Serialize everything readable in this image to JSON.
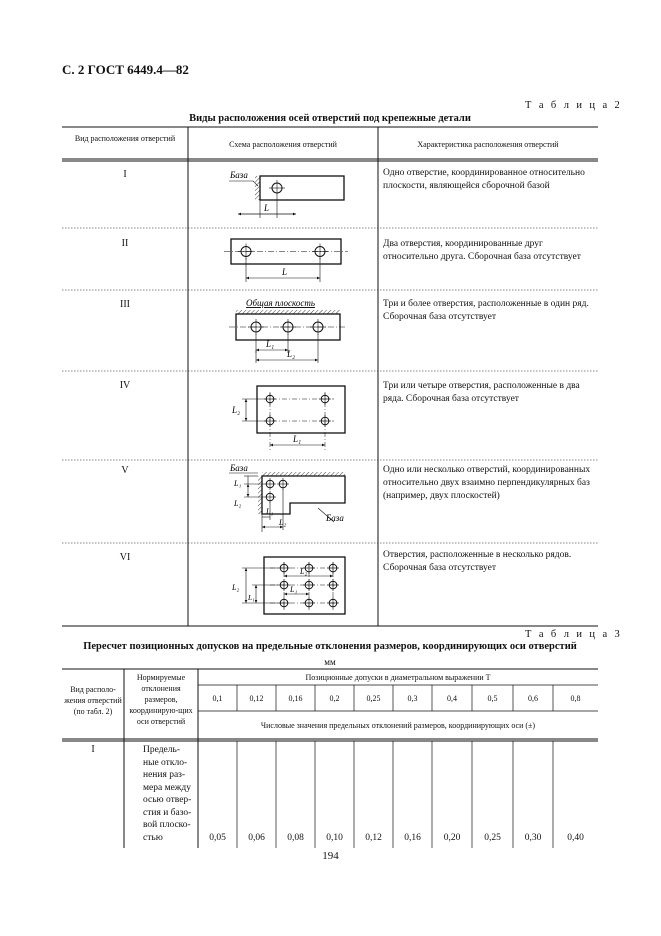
{
  "page": {
    "header": "С. 2 ГОСТ 6449.4—82",
    "page_number": "194"
  },
  "table2": {
    "label": "Т а б л и ц а 2",
    "title": "Виды расположения осей отверстий под крепежные детали",
    "headers": {
      "col1": "Вид расположения отверстий",
      "col2": "Схема расположения отверстий",
      "col3": "Характеристика расположения отверстий"
    },
    "rows": [
      {
        "type": "I",
        "text": "Одно отверстие, координированное относительно плоскости, являющейся сборочной базой"
      },
      {
        "type": "II",
        "text": "Два отверстия, координированные друг относительно друга. Сборочная база отсутствует"
      },
      {
        "type": "III",
        "text": "Три и более отверстия, расположенные в один ряд. Сборочная база отсутствует"
      },
      {
        "type": "IV",
        "text": "Три или четыре отверстия, расположенные в два ряда. Сборочная база отсутствует"
      },
      {
        "type": "V",
        "text": "Одно или несколько отверстий, координированных относительно двух взаимно перпендикулярных баз (например, двух плоскостей)"
      },
      {
        "type": "VI",
        "text": "Отверстия, расположенные в несколько рядов.",
        "text2": "Сборочная база отсутствует"
      }
    ],
    "diagram_labels": {
      "baza": "База",
      "plane": "Общая плоскость",
      "L": "L",
      "L1": "L₁",
      "L2": "L₂"
    }
  },
  "table3": {
    "label": "Т а б л и ц а 3",
    "title": "Пересчет позиционных допусков на предельные отклонения размеров, координирующих оси отверстий",
    "unit": "мм",
    "col1_header": "Вид располо-жения отверстий (по табл. 2)",
    "col2_header": "Нормируемые отклонения размеров, координирую-щих оси отверстий",
    "group_header": "Позиционные допуски в диаметральном выражении Т",
    "tolerances": [
      "0,1",
      "0,12",
      "0,16",
      "0,2",
      "0,25",
      "0,3",
      "0,4",
      "0,5",
      "0,6",
      "0,8"
    ],
    "values_header": "Числовые значения предельных отклонений размеров, координирующих оси (±)",
    "row": {
      "type": "I",
      "desc": "Предель-ные откло-нения раз-мера между осью отвер-стия и базо-вой плоско-стью",
      "values": [
        "0,05",
        "0,06",
        "0,08",
        "0,10",
        "0,12",
        "0,16",
        "0,20",
        "0,25",
        "0,30",
        "0,40"
      ]
    }
  }
}
